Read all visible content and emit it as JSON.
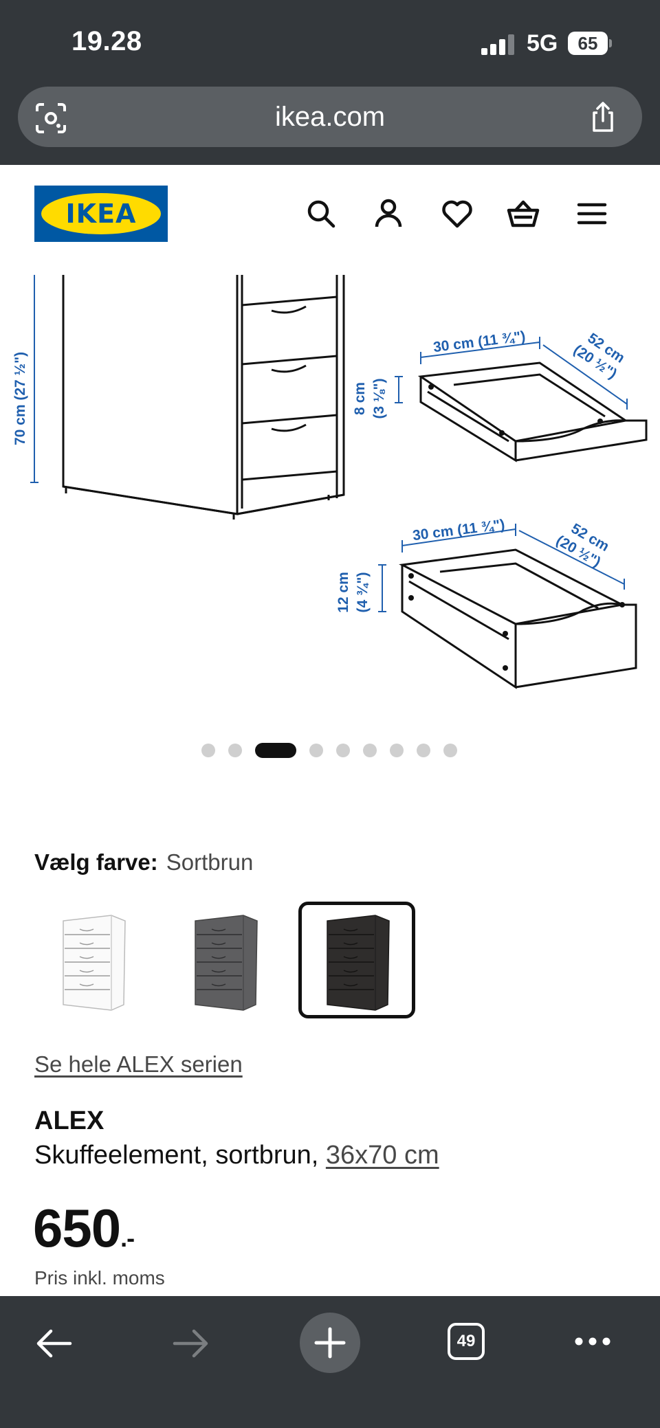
{
  "status_bar": {
    "time": "19.28",
    "network": "5G",
    "battery": "65"
  },
  "browser": {
    "url": "ikea.com",
    "tab_count": "49"
  },
  "brand": {
    "logo_text": "IKEA"
  },
  "gallery": {
    "labels": {
      "height_cabinet": "70 cm (27 ½\")",
      "drawer1_width": "30 cm (11 ¾\")",
      "drawer1_depth_cm": "52 cm",
      "drawer1_depth_in": "(20 ½\")",
      "drawer1_height_cm": "8 cm",
      "drawer1_height_in": "(3 ⅛\")",
      "drawer2_width": "30 cm (11 ¾\")",
      "drawer2_depth_cm": "52 cm",
      "drawer2_depth_in": "(20 ½\")",
      "drawer2_height_cm": "12 cm",
      "drawer2_height_in": "(4 ¾\")"
    },
    "dot_count": 9,
    "active_index": 2
  },
  "color_select": {
    "label": "Vælg farve:",
    "value": "Sortbrun",
    "options": [
      "white",
      "grey",
      "black-brown"
    ],
    "selected_index": 2
  },
  "series_link": "Se hele ALEX serien",
  "product": {
    "name": "ALEX",
    "description": "Skuffeelement, sortbrun, ",
    "dimensions": "36x70 cm",
    "price": "650",
    "price_suffix": ".-",
    "price_note": "Pris inkl. moms"
  },
  "colors": {
    "accent_blue": "#0058a3",
    "accent_yellow": "#ffdb00",
    "chrome": "#33373b",
    "dim_blue": "#1f5fae"
  }
}
